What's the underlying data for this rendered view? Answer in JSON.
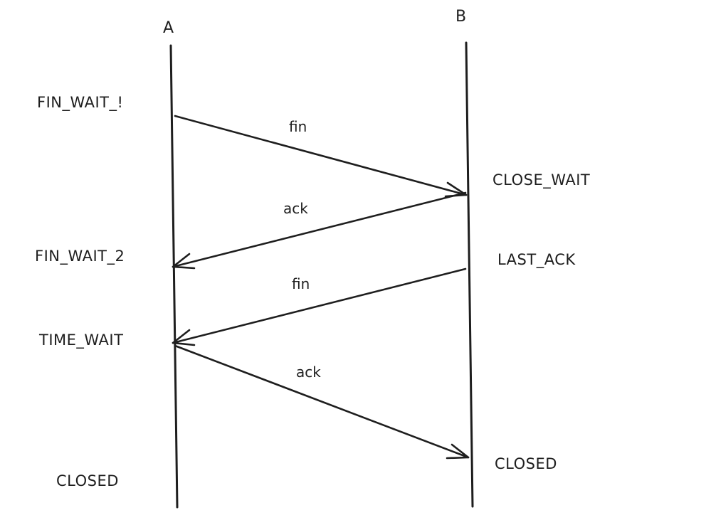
{
  "actors": {
    "a": "A",
    "b": "B"
  },
  "states_a": [
    "FIN_WAIT_!",
    "FIN_WAIT_2",
    "TIME_WAIT",
    "CLOSED"
  ],
  "states_b": [
    "CLOSE_WAIT",
    "LAST_ACK",
    "CLOSED"
  ],
  "messages": [
    {
      "label": "fin",
      "from": "A",
      "to": "B"
    },
    {
      "label": "ack",
      "from": "B",
      "to": "A"
    },
    {
      "label": "fin",
      "from": "B",
      "to": "A"
    },
    {
      "label": "ack",
      "from": "A",
      "to": "B"
    }
  ]
}
